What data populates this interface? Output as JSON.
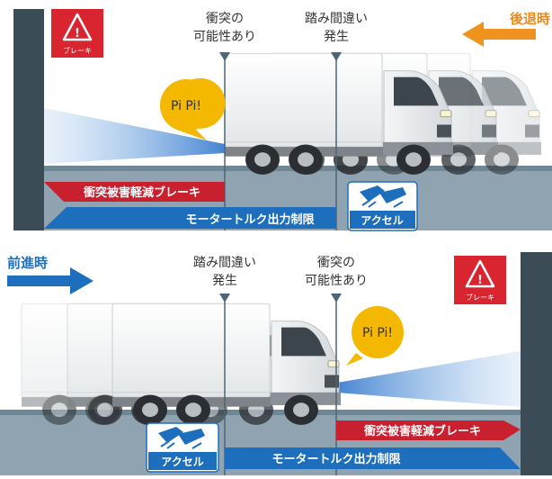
{
  "top": {
    "direction_label": "後退時",
    "brake_label": "ブレーキ",
    "collision_line1": "衝突の",
    "collision_line2": "可能性あり",
    "misstep_line1": "踏み間違い",
    "misstep_line2": "発生",
    "alert_sound": "Pi Pi!",
    "damage_mitigation_bar": "衝突被害軽減ブレーキ",
    "torque_limit_bar": "モータートルク出力制限",
    "accelerator_label": "アクセル"
  },
  "bottom": {
    "direction_label": "前進時",
    "brake_label": "ブレーキ",
    "collision_line1": "衝突の",
    "collision_line2": "可能性あり",
    "misstep_line1": "踏み間違い",
    "misstep_line2": "発生",
    "alert_sound": "Pi Pi!",
    "damage_mitigation_bar": "衝突被害軽減ブレーキ",
    "torque_limit_bar": "モータートルク出力制限",
    "accelerator_label": "アクセル"
  },
  "colors": {
    "wall": "#3b4c57",
    "ground": "#8fa4b0",
    "brake_bar": "#c8202e",
    "torque_bar": "#1d6fbd",
    "reverse_arrow": "#f0921e",
    "forward_arrow": "#1d6fbd",
    "alert_bubble": "#f5b800",
    "direction_reverse_text": "#e8891a",
    "direction_forward_text": "#1d6fbd"
  }
}
